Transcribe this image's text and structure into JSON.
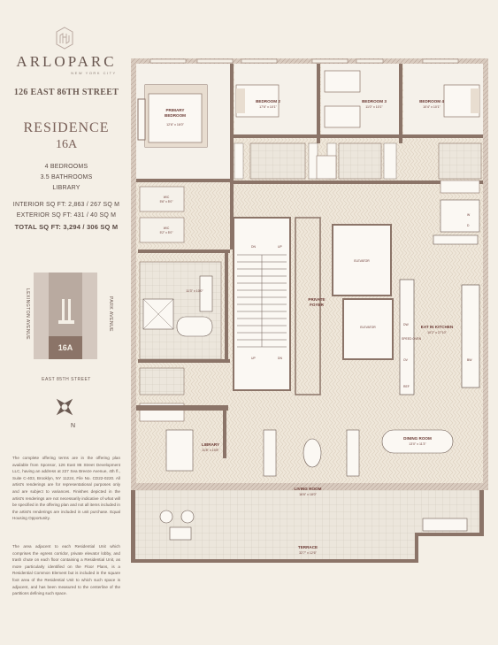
{
  "brand": {
    "name": "ARLOPARC",
    "city": "NEW YORK CITY",
    "address": "126 EAST 86TH STREET"
  },
  "residence": {
    "title": "RESIDENCE",
    "unit": "16A"
  },
  "specs": {
    "bedrooms": "4 BEDROOMS",
    "bathrooms": "3.5 BATHROOMS",
    "library": "LIBRARY",
    "interior": "INTERIOR SQ FT: 2,863 / 267 SQ M",
    "exterior": "EXTERIOR SQ FT: 431 / 40 SQ M",
    "total": "TOTAL SQ FT: 3,294 / 306 SQ M"
  },
  "key_plan": {
    "west": "LEXINGTON AVENUE",
    "east": "PARK AVENUE",
    "south": "EAST 85TH STREET",
    "unit": "16A",
    "compass": "N"
  },
  "disclaimer": [
    "The complete offering terms are in the offering plan available from Sponsor, 126 East 86 Street Development LLC, having an address at 227 Sea Breeze Avenue, 4th fl., Suite C-403, Brooklyn, NY 11224, File No. CD22-0220. All artist's renderings are for representational purposes only and are subject to variances. Finishes depicted in the artist's renderings are not necessarily indicative of what will be specified in the offering plan and not all items included in the artist's renderings are included in unit purchase. Equal Housing Opportunity.",
    "The area adjacent to each Residential Unit which comprises the egress corridor, private elevator lobby, and trash chute on each floor containing a Residential Unit, as more particularly identified on the Floor Plans, is a Residential Common Element but is included in the square foot area of the Residential Unit to which such space is adjacent, and has been measured to the centerline of the partitions defining such space."
  ],
  "rooms": {
    "primary_bedroom": {
      "name": "PRIMARY\nBEDROOM",
      "dim": "12'6\" x 16'0\""
    },
    "bedroom2": {
      "name": "BEDROOM 2",
      "dim": "17'6\" x 10'1\""
    },
    "bedroom3": {
      "name": "BEDROOM 3",
      "dim": "11'0\" x 10'1\""
    },
    "bedroom4": {
      "name": "BEDROOM 4",
      "dim": "10'4\" x 10'1\""
    },
    "wic1": {
      "name": "W/C",
      "dim": "5'6\" x 5'0\""
    },
    "wic2": {
      "name": "W/C",
      "dim": "5'2\" x 5'0\""
    },
    "primary_bath": {
      "dim": "11'3\" x 10'0\""
    },
    "private_foyer": {
      "name": "PRIVATE\nFOYER"
    },
    "elevator1": {
      "name": "ELEVATOR"
    },
    "elevator2": {
      "name": "ELEVATOR"
    },
    "stair_labels": [
      "DN",
      "UP",
      "UP",
      "DN"
    ],
    "eat_in_kitchen": {
      "name": "EAT IN KITCHEN",
      "dim": "10'2\" x 27'10\""
    },
    "library": {
      "name": "LIBRARY",
      "dim": "11'8\" x 10'8\""
    },
    "dining_room": {
      "name": "DINING ROOM",
      "dim": "13'0\" x 11'3\""
    },
    "living_room": {
      "name": "LIVING ROOM",
      "dim": "16'6\" x 18'0\""
    },
    "terrace": {
      "name": "TERRACE",
      "dim": "32'7\" x 12'6\""
    },
    "appliances": [
      "W",
      "D",
      "DW",
      "SPEED OVEN",
      "OV",
      "REF",
      "BW"
    ]
  },
  "colors": {
    "background": "#f4efe6",
    "wall": "#8b7468",
    "room_label": "#6b3a34",
    "floor_hatch": "#e6ddd0"
  }
}
